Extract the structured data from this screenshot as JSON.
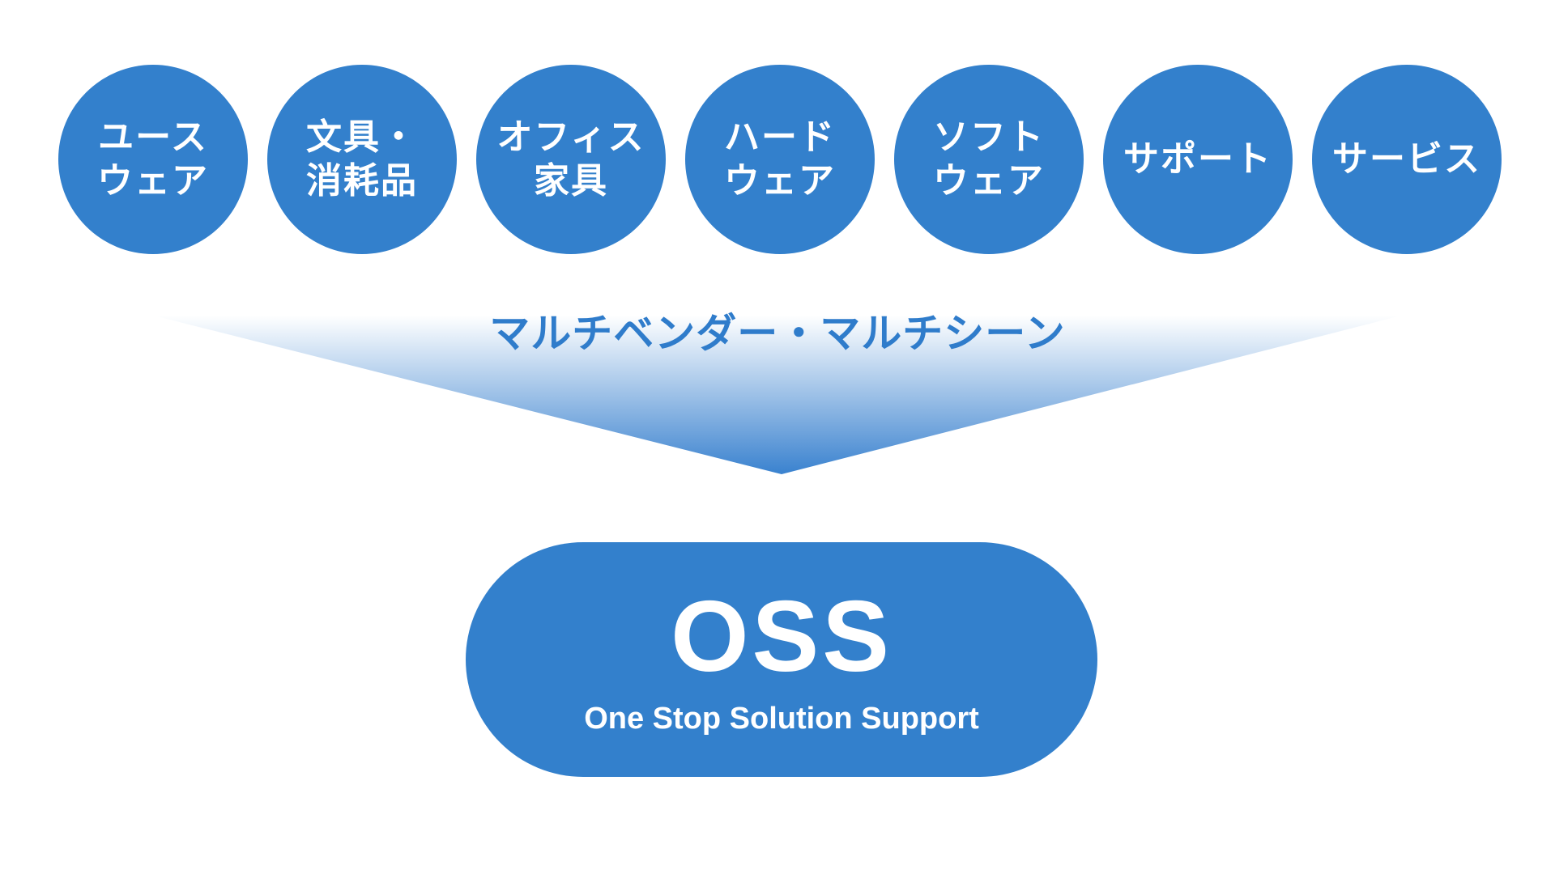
{
  "colors": {
    "primary_blue": "#3380cc",
    "tagline_blue": "#2f7ccb",
    "funnel_top": "#ffffff",
    "funnel_bottom": "#3a82cf",
    "text_on_blue": "#ffffff"
  },
  "categories": [
    {
      "line1": "ユース",
      "line2": "ウェア"
    },
    {
      "line1": "文具・",
      "line2": "消耗品"
    },
    {
      "line1": "オフィス",
      "line2": "家具"
    },
    {
      "line1": "ハード",
      "line2": "ウェア"
    },
    {
      "line1": "ソフト",
      "line2": "ウェア"
    },
    {
      "line1": "サポート",
      "line2": ""
    },
    {
      "line1": "サービス",
      "line2": ""
    }
  ],
  "tagline": "マルチベンダー・マルチシーン",
  "oss": {
    "title": "OSS",
    "subtitle": "One Stop Solution Support"
  }
}
